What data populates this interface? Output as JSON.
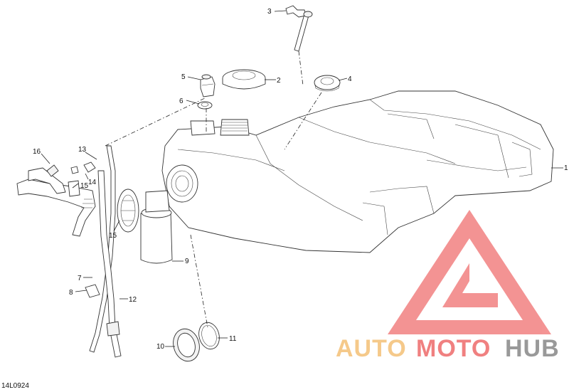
{
  "diagram": {
    "code": "14L0924",
    "callouts": [
      "1",
      "2",
      "3",
      "4",
      "5",
      "6",
      "7",
      "8",
      "9",
      "10",
      "11",
      "12",
      "13",
      "14",
      "15",
      "15",
      "16"
    ]
  },
  "watermark": {
    "auto": "AUTO",
    "moto": "MOTO",
    "hub": "HUB",
    "colors": {
      "triangle": "#f07070",
      "text_auto": "#f5c98a",
      "text_moto": "#f08080",
      "text_hub": "#999999"
    }
  }
}
